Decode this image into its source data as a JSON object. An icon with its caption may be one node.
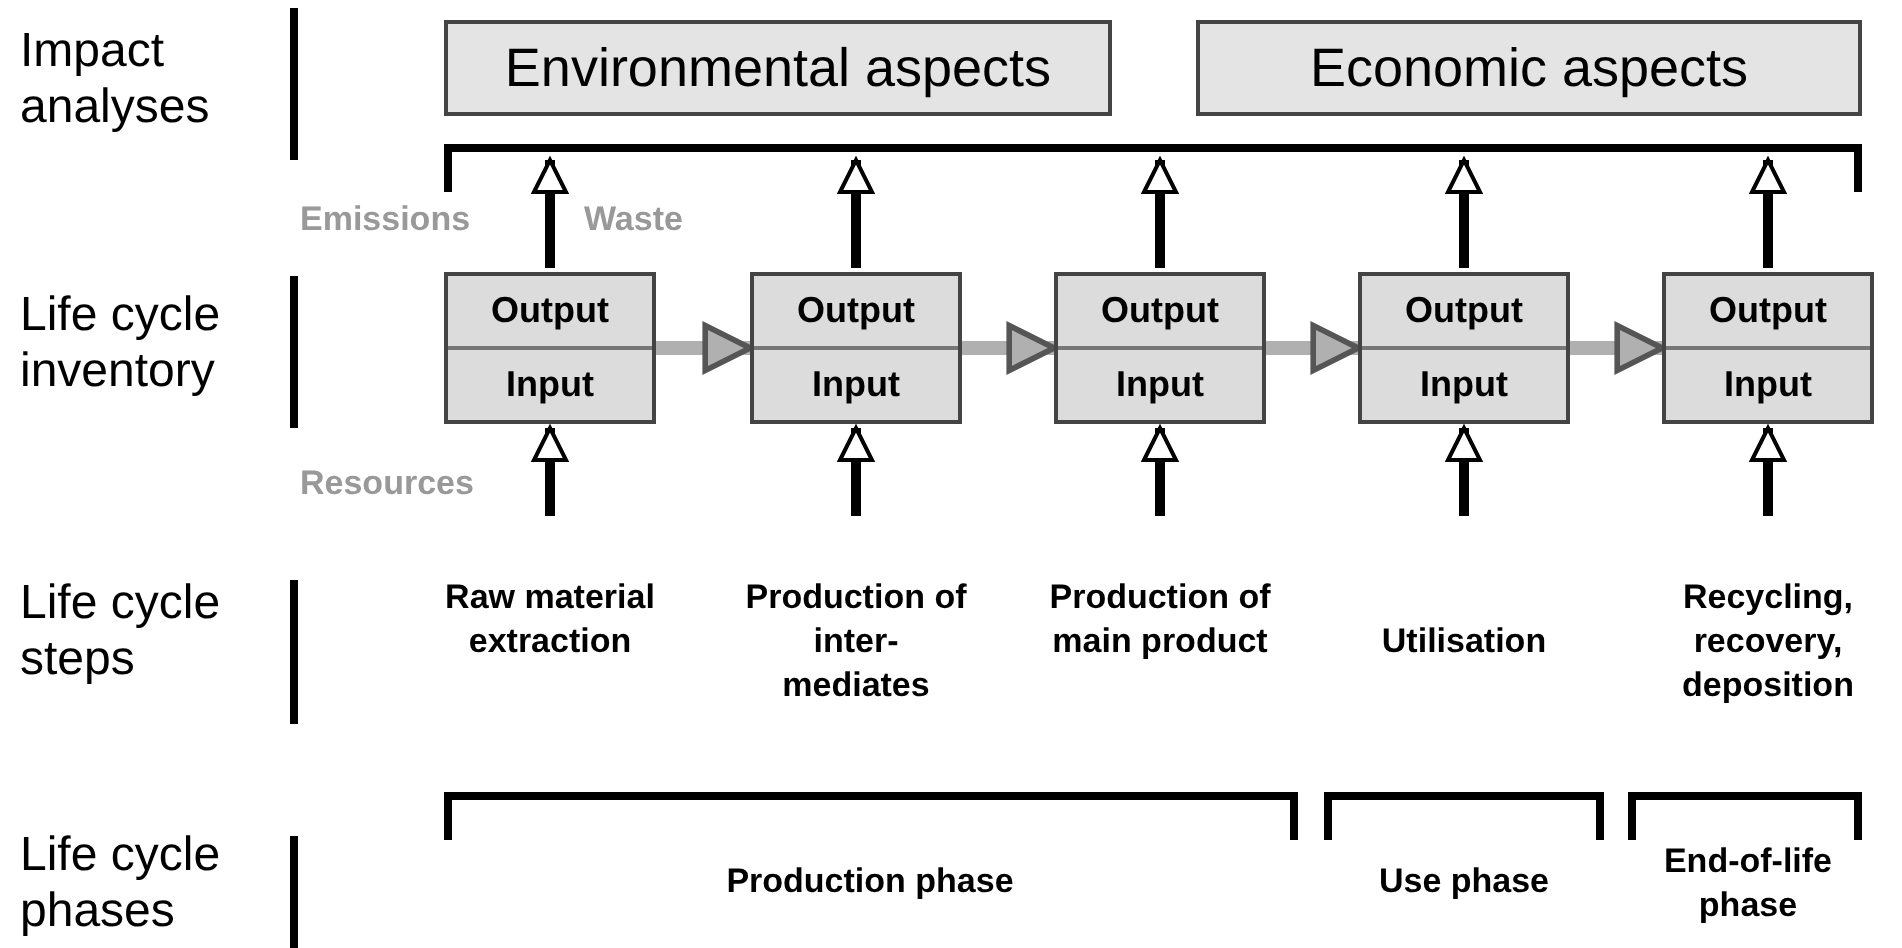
{
  "diagram": {
    "nodes": [
      {
        "text": [
          "Environmental aspects"
        ]
      },
      {
        "text": [
          "Economic aspects"
        ]
      },
      {
        "text": [],
        "shape": "bracket"
      },
      {
        "text": [
          "Output",
          "Input"
        ]
      },
      {
        "text": [
          "Output",
          "Input"
        ]
      },
      {
        "text": [
          "Output",
          "Input"
        ]
      },
      {
        "text": [
          "Output",
          "Input"
        ]
      },
      {
        "text": [
          "Output",
          "Input"
        ]
      }
    ],
    "edges": [
      {
        "from": 3,
        "to": 4,
        "arrow": "to",
        "color": "#b0b0b0"
      },
      {
        "from": 4,
        "to": 5,
        "arrow": "to",
        "color": "#b0b0b0"
      },
      {
        "from": 5,
        "to": 6,
        "arrow": "to",
        "color": "#b0b0b0"
      },
      {
        "from": 6,
        "to": 7,
        "arrow": "to",
        "color": "#b0b0b0"
      },
      {
        "from": 3,
        "to": 2,
        "arrow": "to"
      },
      {
        "from": 4,
        "to": 2,
        "arrow": "to"
      },
      {
        "from": 5,
        "to": 2,
        "arrow": "to"
      },
      {
        "from": 6,
        "to": 2,
        "arrow": "to"
      },
      {
        "from": 7,
        "to": 2,
        "arrow": "to"
      },
      {
        "from": null,
        "to": 3,
        "arrow": "to"
      },
      {
        "from": null,
        "to": 4,
        "arrow": "to"
      },
      {
        "from": null,
        "to": 5,
        "arrow": "to"
      },
      {
        "from": null,
        "to": 6,
        "arrow": "to"
      },
      {
        "from": null,
        "to": 7,
        "arrow": "to"
      }
    ],
    "labels": [
      "Impact analyses",
      "Emissions",
      "Waste",
      "Life cycle inventory",
      "Resources",
      "Life cycle steps",
      "Raw material extraction",
      "Production of inter-mediates",
      "Production of main product",
      "Utilisation",
      "Recycling, recovery, deposition",
      "Life cycle phases",
      "Production phase",
      "Use phase",
      "End-of-life phase"
    ]
  }
}
